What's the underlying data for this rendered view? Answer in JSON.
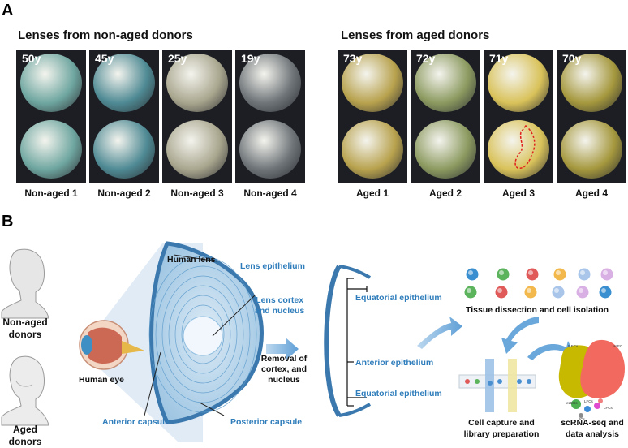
{
  "panel_a": {
    "letter": "A",
    "non_aged": {
      "title": "Lenses from non-aged donors",
      "lenses": [
        {
          "age": "50y",
          "label": "Non-aged 1",
          "tone": "#6fa6a0"
        },
        {
          "age": "45y",
          "label": "Non-aged 2",
          "tone": "#4f8a94"
        },
        {
          "age": "25y",
          "label": "Non-aged 3",
          "tone": "#a9a68e"
        },
        {
          "age": "19y",
          "label": "Non-aged 4",
          "tone": "#6e7478"
        }
      ]
    },
    "aged": {
      "title": "Lenses from aged donors",
      "lenses": [
        {
          "age": "73y",
          "label": "Aged 1",
          "tone": "#b8a24e"
        },
        {
          "age": "72y",
          "label": "Aged 2",
          "tone": "#8c9a60"
        },
        {
          "age": "71y",
          "label": "Aged 3",
          "tone": "#d9c25a"
        },
        {
          "age": "70y",
          "label": "Aged 4",
          "tone": "#a5983e"
        }
      ]
    }
  },
  "panel_b": {
    "letter": "B",
    "donors": {
      "non_aged": "Non-aged\ndonors",
      "aged": "Aged\ndonors"
    },
    "human_eye": "Human eye",
    "human_lens": "Human lens",
    "lens_epithelium": "Lens epithelium",
    "lens_cortex": "Lens cortex\nand nucleus",
    "anterior_capsule": "Anterior capsule",
    "posterior_capsule": "Posterior capsule",
    "removal": "Removal of\ncortex, and\nnucleus",
    "equatorial_top": "Equatorial epithelium",
    "anterior_epithelium": "Anterior epithelium",
    "equatorial_bottom": "Equatorial epithelium",
    "tissue": "Tissue dissection and cell isolation",
    "capture": "Cell capture and\nlibrary preparation",
    "scrna": "scRNA-seq and\ndata analysis",
    "umap_labels": [
      "ILECs",
      "aLEC",
      "eLECs",
      "LFCs",
      "LFCs",
      "ICs"
    ]
  }
}
